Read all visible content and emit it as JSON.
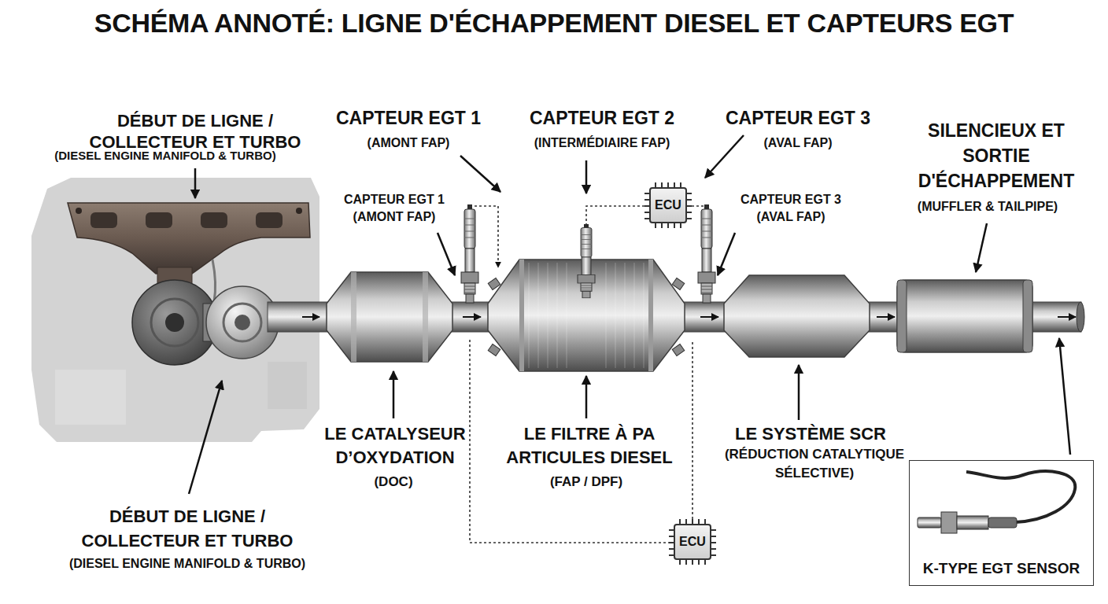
{
  "diagram": {
    "title": "SCHÉMA ANNOTÉ: LIGNE D'ÉCHAPPEMENT DIESEL ET CAPTEURS EGT",
    "nodes": [
      {
        "text": [
          "ECU"
        ]
      },
      {
        "text": [
          "ECU"
        ]
      },
      {
        "text": [
          "K-TYPE EGT SENSOR"
        ]
      }
    ],
    "labels": [
      "DÉBUT DE LIGNE / COLLECTEUR ET TURBO",
      "(DIESEL ENGINE MANIFOLD & TURBO)",
      "CAPTEUR EGT 1",
      "(AMONT FAP)",
      "CAPTEUR EGT 2",
      "(INTERMÉDIAIRE FAP)",
      "CAPTEUR EGT 3",
      "(AVAL FAP)",
      "SILENCIEUX ET SORTIE D'ÉCHAPPEMENT",
      "(MUFFLER & TAILPIPE)",
      "CAPTEUR EGT 1",
      "(AMONT FAP)",
      "CAPTEUR EGT 3",
      "(AVAL FAP)",
      "LE CATALYSEUR D’OXYDATION",
      "(DOC)",
      "LE FILTRE À PA ARTICULES DIESEL",
      "(FAP / DPF)",
      "LE SYSTÈME SCR",
      "(RÉDUCTION CATALYTIQUE SÉLECTIVE)",
      "DÉBUT DE LIGNE / COLLECTEUR ET TURBO",
      "(DIESEL ENGINE MANIFOLD & TURBO)"
    ]
  }
}
